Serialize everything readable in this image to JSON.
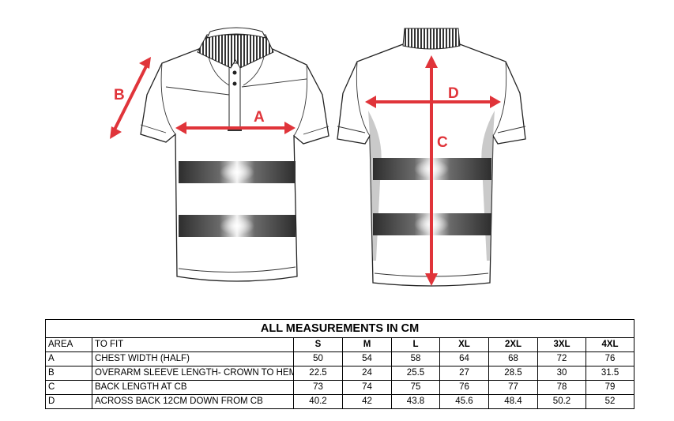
{
  "labels": {
    "a": "A",
    "b": "B",
    "c": "C",
    "d": "D"
  },
  "colors": {
    "arrow": "#e0343a",
    "band": "#3a3a3a",
    "outline": "#222222"
  },
  "table": {
    "title": "ALL MEASUREMENTS IN CM",
    "headers": [
      "AREA",
      "TO FIT",
      "S",
      "M",
      "L",
      "XL",
      "2XL",
      "3XL",
      "4XL"
    ],
    "rows": [
      {
        "area": "A",
        "fit": "CHEST WIDTH (HALF)",
        "values": [
          "50",
          "54",
          "58",
          "64",
          "68",
          "72",
          "76"
        ]
      },
      {
        "area": "B",
        "fit": "OVERARM SLEEVE LENGTH- CROWN TO HEM",
        "values": [
          "22.5",
          "24",
          "25.5",
          "27",
          "28.5",
          "30",
          "31.5"
        ]
      },
      {
        "area": "C",
        "fit": "BACK LENGTH AT CB",
        "values": [
          "73",
          "74",
          "75",
          "76",
          "77",
          "78",
          "79"
        ]
      },
      {
        "area": "D",
        "fit": "ACROSS BACK 12CM DOWN FROM CB",
        "values": [
          "40.2",
          "42",
          "43.8",
          "45.6",
          "48.4",
          "50.2",
          "52"
        ]
      }
    ]
  }
}
